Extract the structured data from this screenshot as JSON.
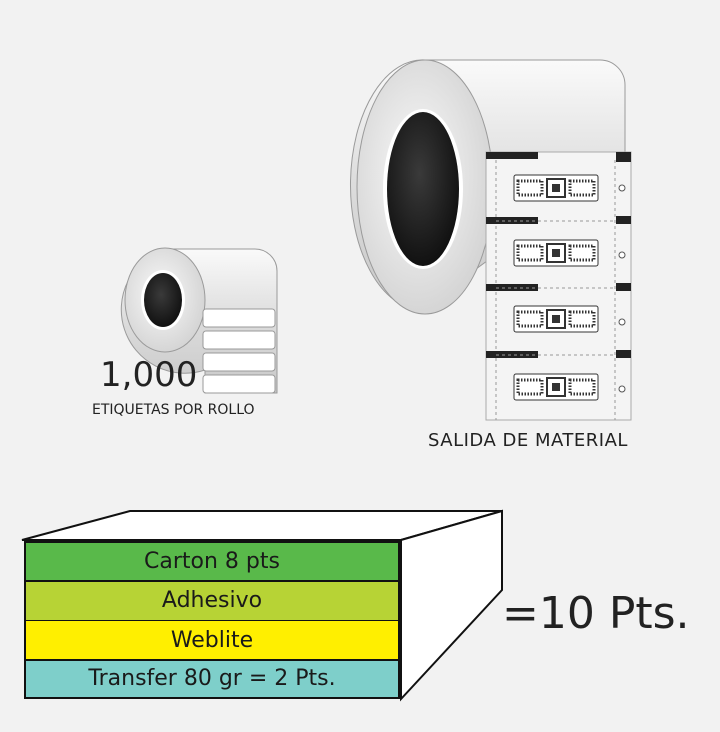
{
  "small_roll": {
    "count": "1,000",
    "caption": "ETIQUETAS POR ROLLO"
  },
  "large_roll": {
    "caption": "SALIDA DE MATERIAL"
  },
  "stack": {
    "layers": [
      {
        "label": "Carton 8 pts",
        "color": "#59b94a"
      },
      {
        "label": "Adhesivo",
        "color": "#b7d335"
      },
      {
        "label": "Weblite",
        "color": "#ffef00"
      },
      {
        "label": "Transfer 80 gr = 2 Pts.",
        "color": "#7ecfca"
      }
    ],
    "total": "=10 Pts."
  }
}
